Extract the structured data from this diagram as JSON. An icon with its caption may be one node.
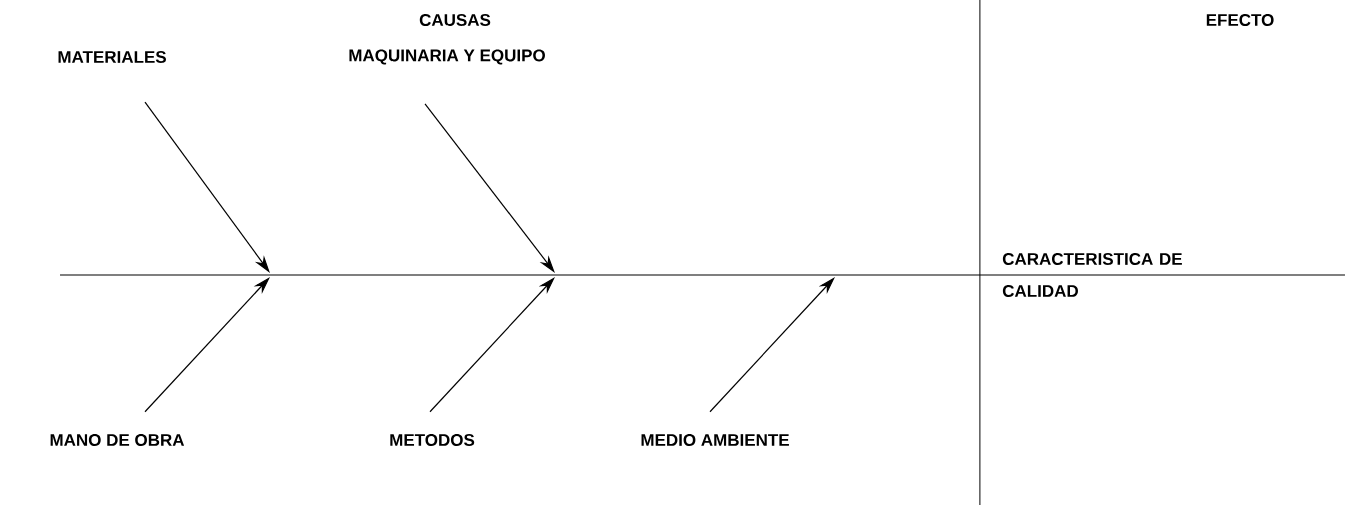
{
  "diagram": {
    "nodes": [
      {
        "text": [
          "MATERIALES"
        ]
      },
      {
        "text": [
          "MAQUINARIA Y EQUIPO"
        ]
      },
      {
        "text": [
          "MANO DE OBRA"
        ]
      },
      {
        "text": [
          "METODOS"
        ]
      },
      {
        "text": [
          "MEDIO AMBIENTE"
        ]
      },
      {
        "text": [
          "CARACTERISTICA DE CALIDAD"
        ]
      }
    ],
    "edges": [
      {
        "from": 0,
        "to": null,
        "arrow": "to"
      },
      {
        "from": 1,
        "to": null,
        "arrow": "to"
      },
      {
        "from": 2,
        "to": null,
        "arrow": "to"
      },
      {
        "from": 3,
        "to": null,
        "arrow": "to"
      },
      {
        "from": 4,
        "to": null,
        "arrow": "to"
      }
    ],
    "labels": [
      "CAUSAS",
      "EFECTO"
    ]
  }
}
